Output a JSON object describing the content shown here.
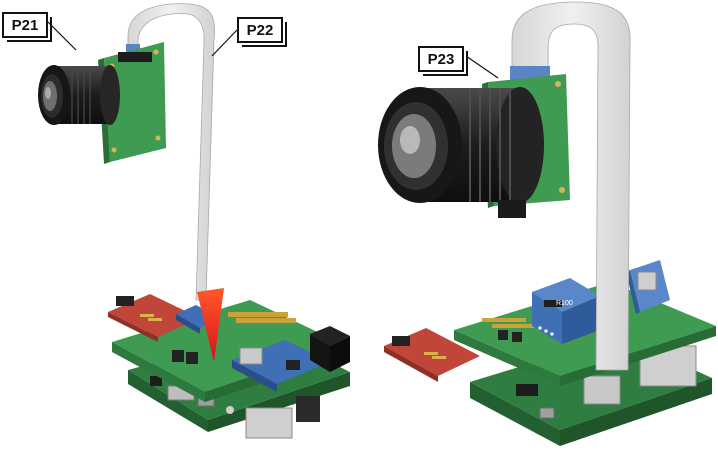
{
  "callouts": {
    "p21": "P21",
    "p22": "P22",
    "p23": "P23"
  },
  "module_labels": {
    "r100": "R100"
  },
  "colors": {
    "pcb_green": "#3f9a52",
    "pcb_dark": "#2f7d40",
    "ribbon": "#e8e8e8",
    "ribbon_blue": "#5b84c4",
    "lens_black": "#1e1e1e",
    "hat_red": "#c0463a",
    "sensor_blue": "#3f6fb5",
    "red_marker": "#e2231a"
  },
  "icons": [
    "camera-lens-icon",
    "ribbon-cable-icon",
    "circuit-board-icon"
  ]
}
